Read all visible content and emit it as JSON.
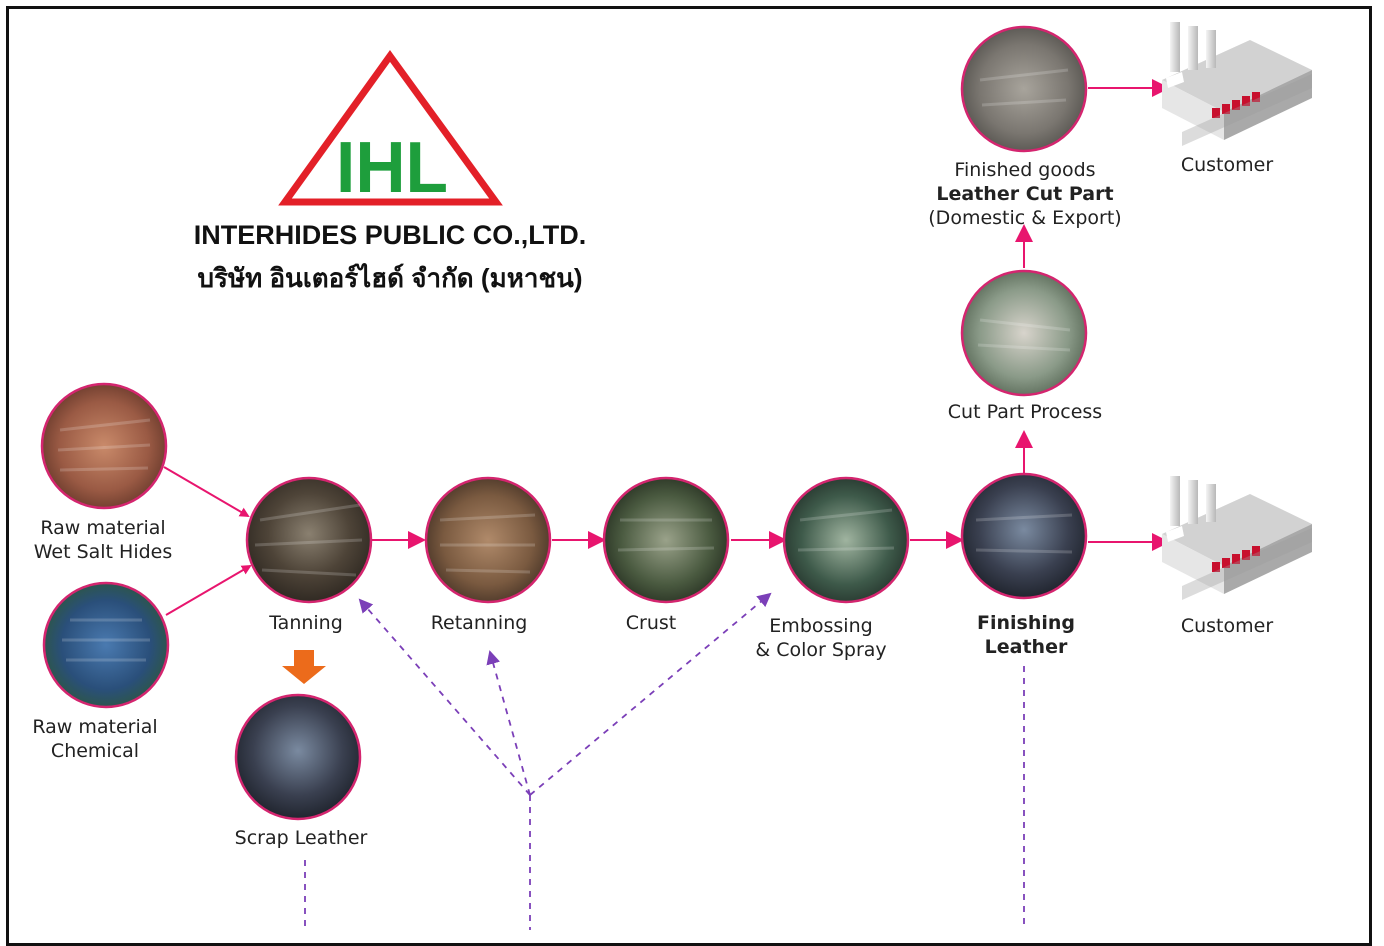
{
  "logo": {
    "mark": "IHL",
    "company_en": "INTERHIDES PUBLIC CO.,LTD.",
    "company_th": "บริษัท อินเตอร์ไฮด์ จำกัด (มหาชน)"
  },
  "nodes": {
    "wet_salt_hides": {
      "line1": "Raw material",
      "line2": "Wet Salt Hides"
    },
    "chemical": {
      "line1": "Raw material",
      "line2": "Chemical"
    },
    "tanning": {
      "label": "Tanning"
    },
    "scrap_leather": {
      "label": "Scrap Leather"
    },
    "retanning": {
      "label": "Retanning"
    },
    "crust": {
      "label": "Crust"
    },
    "embossing": {
      "line1": "Embossing",
      "line2": "& Color Spray"
    },
    "finishing": {
      "line1": "Finishing",
      "line2": "Leather"
    },
    "cut_part": {
      "label": "Cut Part Process"
    },
    "finished_goods": {
      "line1": "Finished goods",
      "line2": "Leather Cut Part",
      "line3": "(Domestic & Export)"
    },
    "customer_top": {
      "label": "Customer"
    },
    "customer_bottom": {
      "label": "Customer"
    }
  },
  "colors": {
    "flow_arrow": "#e8156e",
    "circle_border": "#d4256f",
    "dashed": "#7b3fb8",
    "logo_red": "#e32028",
    "logo_green": "#1e9e3c",
    "scrap_arrow": "#ec6b1b"
  }
}
